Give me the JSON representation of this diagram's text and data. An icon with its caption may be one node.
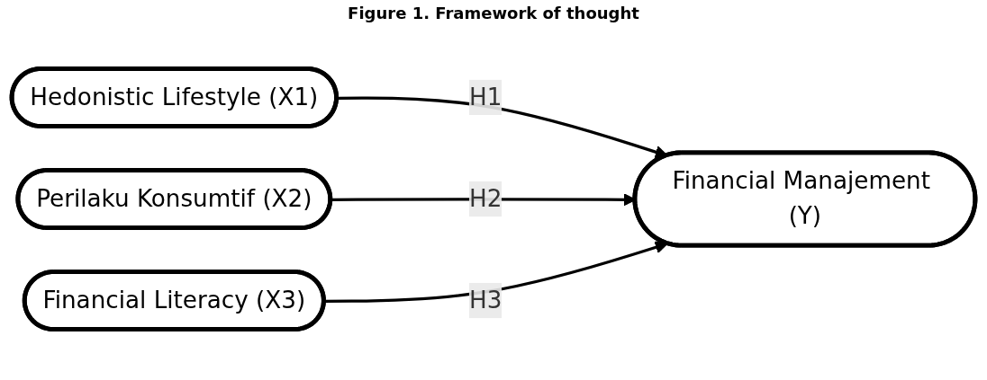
{
  "diagram": {
    "title": "Figure 1. Framework of thought",
    "nodes": [
      {
        "text": [
          "Hedonistic Lifestyle (X1)"
        ]
      },
      {
        "text": [
          "Perilaku Konsumtif (X2)"
        ]
      },
      {
        "text": [
          "Financial Literacy (X3)"
        ]
      },
      {
        "text": [
          "Financial Manajement (Y)"
        ]
      }
    ],
    "edges": [
      {
        "from": 0,
        "to": 3,
        "arrow": "to",
        "label": "H1"
      },
      {
        "from": 1,
        "to": 3,
        "arrow": "to",
        "label": "H2"
      },
      {
        "from": 2,
        "to": 3,
        "arrow": "to",
        "label": "H3"
      }
    ]
  }
}
